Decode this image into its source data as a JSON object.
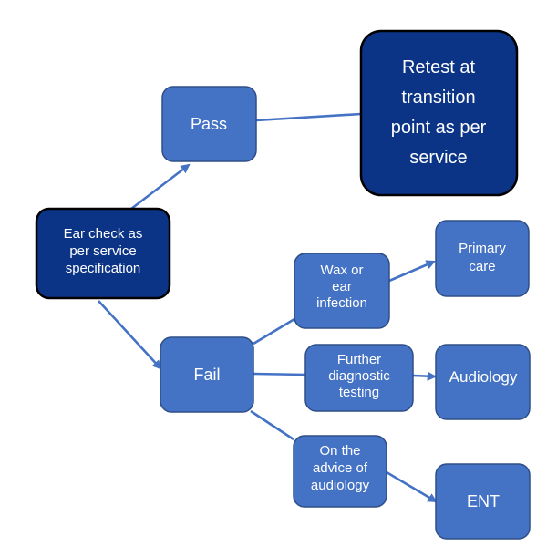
{
  "colors": {
    "light_box": "#4472c4",
    "dark_box": "#0b3486",
    "arrow": "#4472c4",
    "text": "#ffffff"
  },
  "nodes": {
    "ear_check": [
      "Ear check as",
      "per service",
      "specification"
    ],
    "pass": [
      "Pass"
    ],
    "retest": [
      "Retest at",
      "transition",
      "point as per",
      "service"
    ],
    "fail": [
      "Fail"
    ],
    "wax": [
      "Wax or",
      "ear",
      "infection"
    ],
    "further": [
      "Further",
      "diagnostic",
      "testing"
    ],
    "advice": [
      "On the",
      "advice of",
      "audiology"
    ],
    "primary": [
      "Primary",
      "care"
    ],
    "audiology": [
      "Audiology"
    ],
    "ent": [
      "ENT"
    ]
  }
}
